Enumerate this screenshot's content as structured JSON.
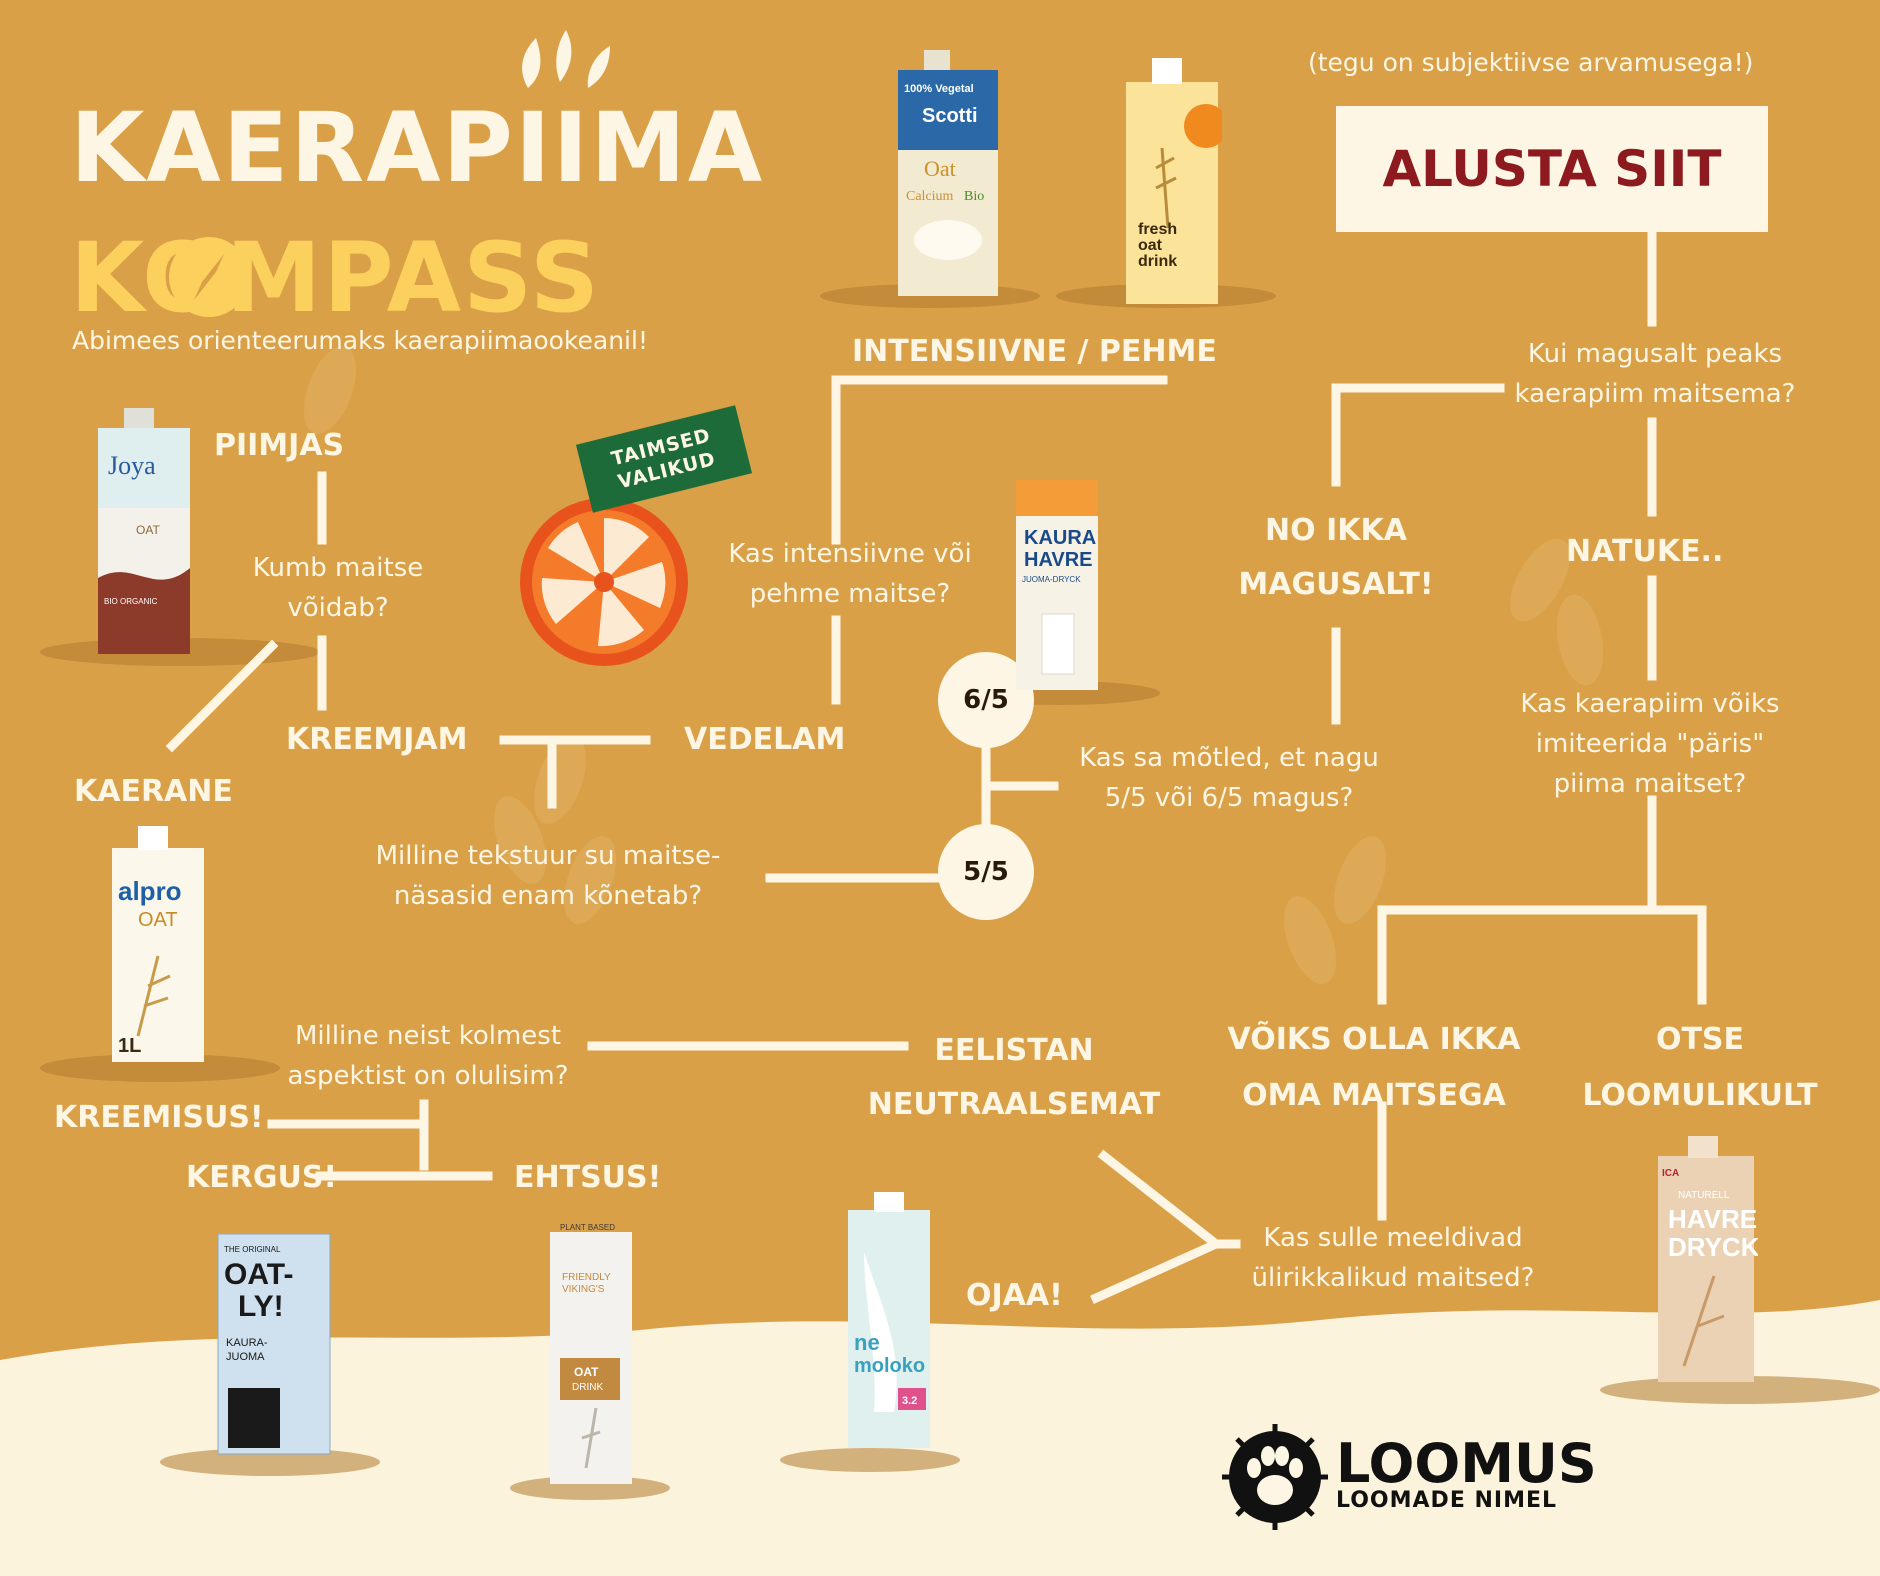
{
  "header": {
    "title_line1": "KAERAPIIMA",
    "title_line2": "KOMPASS",
    "subtitle": "Abimees orienteerumaks kaerapiimaookeanil!",
    "note": "(tegu on subjektiivse arvamusega!)"
  },
  "start_label": "ALUSTA SIIT",
  "questions": {
    "sweetness": [
      "Kui magusalt peaks",
      "kaerapiim maitsema?"
    ],
    "intensity": [
      "Kas intensiivne või",
      "pehme maitse?"
    ],
    "taste_win": [
      "Kumb maitse",
      "võidab?"
    ],
    "sweet_level": [
      "Kas sa mõtled, et nagu",
      "5/5 või 6/5 magus?"
    ],
    "texture": [
      "Milline tekstuur su maitse-",
      "näsasid enam kõnetab?"
    ],
    "imitate": [
      "Kas kaerapiim võiks",
      "imiteerida \"päris\"",
      "piima maitset?"
    ],
    "aspects": [
      "Milline neist kolmest",
      "aspektist on olulisim?"
    ],
    "flavours": [
      "Kas sulle meeldivad",
      "ülirikkalikud maitsed?"
    ]
  },
  "answers": {
    "intensiivne_pehme": "INTENSIIVNE / PEHME",
    "no_ikka": [
      "NO IKKA",
      "MAGUSALT!"
    ],
    "natuke": "NATUKE..",
    "piimjas": "PIIMJAS",
    "kaerane": "KAERANE",
    "kreemjam": "KREEMJAM",
    "vedelam": "VEDELAM",
    "voiks_olla": [
      "VÕIKS OLLA IKKA",
      "OMA MAITSEGA"
    ],
    "otse": [
      "OTSE",
      "LOOMULIKULT"
    ],
    "eelistan": [
      "EELISTAN",
      "NEUTRAALSEMAT"
    ],
    "kreemisus": "KREEMISUS!",
    "kergus": "KERGUS!",
    "ehtsus": "EHTSUS!",
    "ojaa": "OJAA!"
  },
  "circles": {
    "six": "6/5",
    "five": "5/5"
  },
  "tag": [
    "TAIMSED",
    "VALIKUD"
  ],
  "products": {
    "scotti": [
      "100% Vegetal",
      "Scotti",
      "Oat",
      "Calcium",
      "Bio"
    ],
    "fresh_oat": [
      "fresh",
      "oat",
      "drink"
    ],
    "joya": [
      "Joya",
      "OAT",
      "BIO ORGANIC"
    ],
    "kaura_havre": [
      "KAURA",
      "HAVRE",
      "JUOMA-DRYCK"
    ],
    "alpro": [
      "alpro",
      "OAT",
      "1L"
    ],
    "oatly": [
      "THE ORIGINAL",
      "OAT-",
      "LY!",
      "KAURA-",
      "JUOMA"
    ],
    "friendly_vikings": [
      "PLANT BASED",
      "FRIENDLY",
      "VIKING'S",
      "OAT",
      "DRINK"
    ],
    "nemoloko": [
      "ne",
      "moloko",
      "3.2"
    ],
    "havre_dryck": [
      "ICA",
      "NATURELL",
      "HAVRE",
      "DRYCK"
    ]
  },
  "logo": {
    "name": "LOOMUS",
    "tagline": "LOOMADE NIMEL"
  },
  "colors": {
    "background": "#d9a048",
    "cream": "#fdf6e4",
    "title_yellow": "#fcd05c",
    "start_red": "#8c1a1f",
    "tag_green": "#1e6b3a",
    "orange": "#e8531d"
  }
}
